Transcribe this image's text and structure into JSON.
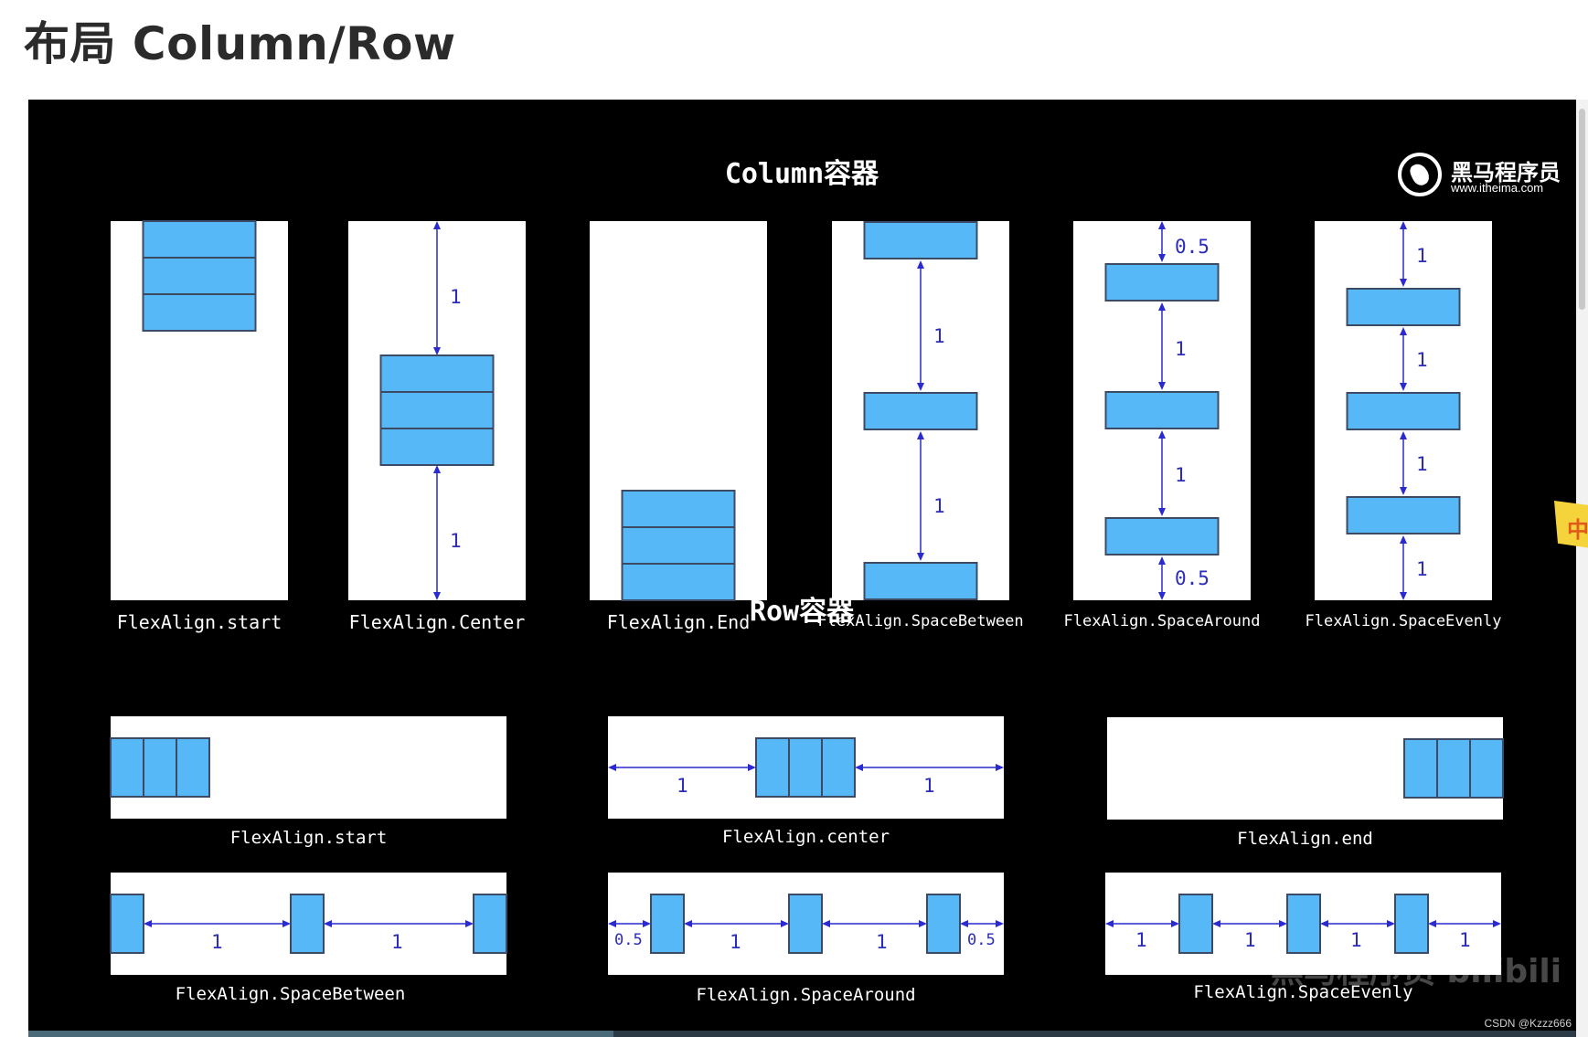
{
  "page_title": "布局 Column/Row",
  "logo": {
    "name": "黑马程序员",
    "url": "www.itheima.com"
  },
  "column_section": {
    "title": "Column容器",
    "panels": [
      {
        "caption": "FlexAlign.start",
        "spacing": []
      },
      {
        "caption": "FlexAlign.Center",
        "spacing": [
          "1",
          "1"
        ]
      },
      {
        "caption": "FlexAlign.End",
        "spacing": []
      },
      {
        "caption": "FlexAlign.SpaceBetween",
        "spacing": [
          "1",
          "1"
        ]
      },
      {
        "caption": "FlexAlign.SpaceAround",
        "spacing": [
          "0.5",
          "1",
          "1",
          "0.5"
        ]
      },
      {
        "caption": "FlexAlign.SpaceEvenly",
        "spacing": [
          "1",
          "1",
          "1",
          "1"
        ]
      }
    ]
  },
  "row_section": {
    "title": "Row容器",
    "panels": [
      {
        "caption": "FlexAlign.start",
        "spacing": []
      },
      {
        "caption": "FlexAlign.center",
        "spacing": [
          "1",
          "1"
        ]
      },
      {
        "caption": "FlexAlign.end",
        "spacing": []
      },
      {
        "caption": "FlexAlign.SpaceBetween",
        "spacing": [
          "1",
          "1"
        ]
      },
      {
        "caption": "FlexAlign.SpaceAround",
        "spacing": [
          "0.5",
          "1",
          "1",
          "0.5"
        ]
      },
      {
        "caption": "FlexAlign.SpaceEvenly",
        "spacing": [
          "1",
          "1",
          "1",
          "1"
        ]
      }
    ]
  },
  "watermark": "黑马程序员 bilibili",
  "input_badge": "中",
  "credit": "CSDN @Kzzz666",
  "colors": {
    "box": "#57b8f7",
    "box_border": "#3c4a63",
    "arrow": "#2a2ad0",
    "label": "#2c2cba"
  }
}
